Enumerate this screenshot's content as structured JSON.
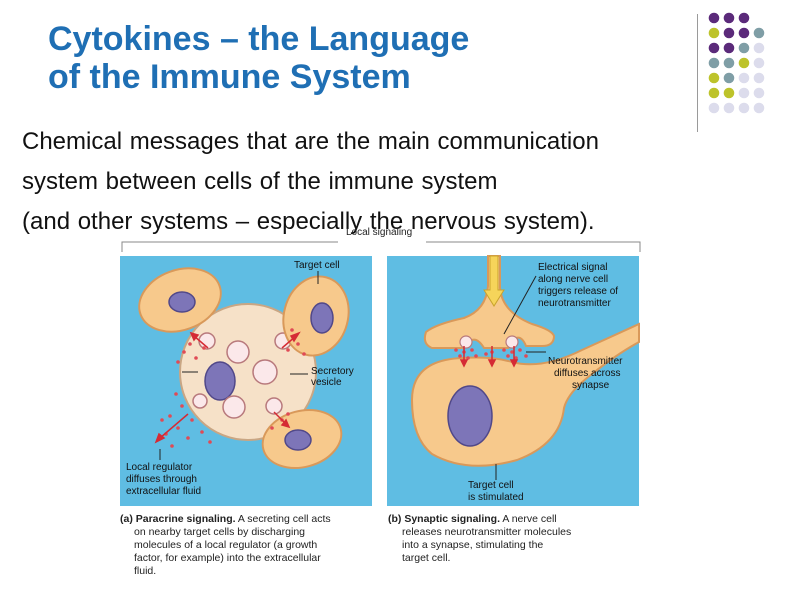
{
  "slide": {
    "title_line1": "Cytokines – the Language",
    "title_line2": "of the Immune System",
    "subtitle_line1": "Chemical messages that are the main communication",
    "subtitle_line2": "system between cells of the immune system",
    "subtitle_line3": "(and other systems – especially the nervous system)."
  },
  "decor": {
    "dot_colors": {
      "purple": "#5b2a7a",
      "teal": "#7f9ea6",
      "yellow": "#bdc32b",
      "lavender": "#dcdcec"
    }
  },
  "figure": {
    "header": "Local signaling",
    "panel_a": {
      "target_cell": "Target cell",
      "secretory_line1": "Secretory",
      "secretory_line2": "vesicle",
      "local_reg_line1": "Local regulator",
      "local_reg_line2": "diffuses through",
      "local_reg_line3": "extracellular fluid",
      "caption_label": "(a) Paracrine signaling.",
      "caption_line1": " A secreting cell acts",
      "caption_line2": "on nearby target cells by discharging",
      "caption_line3": "molecules of a local regulator (a growth",
      "caption_line4": "factor, for example) into the extracellular",
      "caption_line5": "fluid."
    },
    "panel_b": {
      "elec_line1": "Electrical signal",
      "elec_line2": "along nerve cell",
      "elec_line3": "triggers release of",
      "elec_line4": "neurotransmitter",
      "nt_line1": "Neurotransmitter",
      "nt_line2": "diffuses across",
      "nt_line3": "synapse",
      "target_line1": "Target cell",
      "target_line2": "is stimulated",
      "caption_label": "(b) Synaptic signaling.",
      "caption_line1": " A nerve cell",
      "caption_line2": "releases neurotransmitter molecules",
      "caption_line3": "into a synapse, stimulating the",
      "caption_line4": "target cell."
    }
  },
  "colors": {
    "title": "#1f6fb4",
    "panel_bg": "#5fbde3",
    "cell_fill": "#f7c98c",
    "nucleus": "#7d75b8"
  }
}
